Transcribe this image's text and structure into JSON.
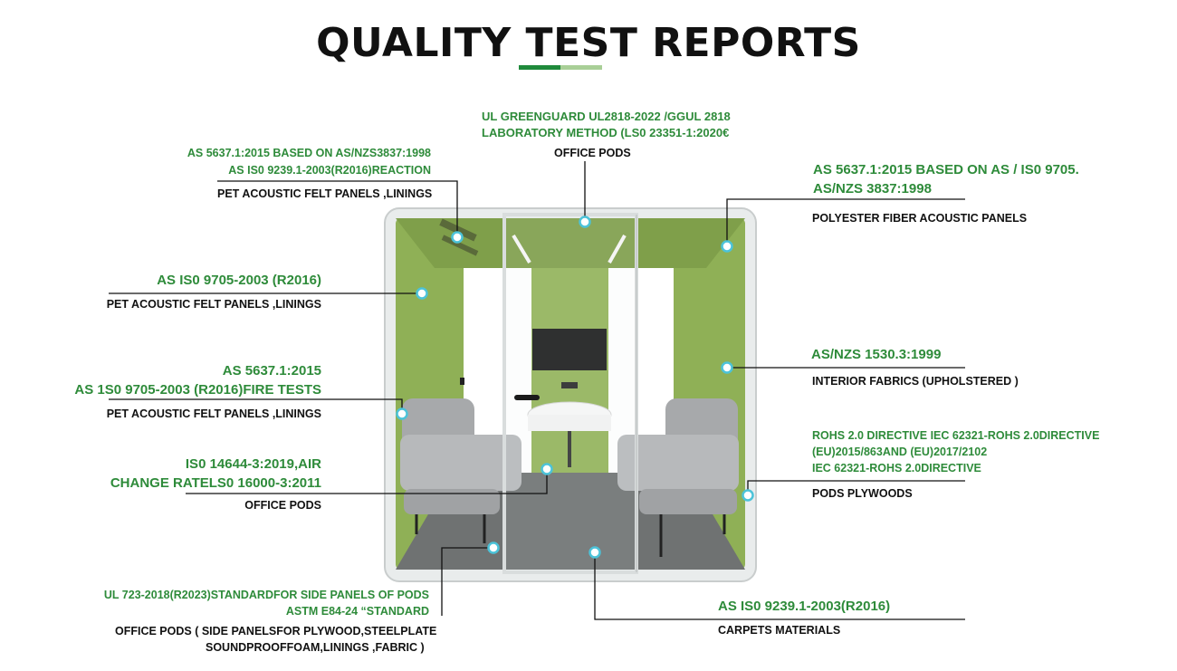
{
  "title": "QUALITY TEST REPORTS",
  "colors": {
    "accent_green": "#2e8b3a",
    "underline_dark": "#1f8a3b",
    "underline_light": "#a9cf97",
    "pod_green": "#8fb056",
    "marker": "#4cc3d9"
  },
  "callouts": {
    "top": {
      "green": [
        "UL  GREENGUARD  UL2818-2022   /GGUL 2818",
        "LABORATORY METHOD (LS0 23351-1:2020€"
      ],
      "label": "OFFICE PODS"
    },
    "left1": {
      "green": [
        "AS 5637.1:2015 BASED ON AS/NZS3837:1998",
        "AS IS0 9239.1-2003(R2016)REACTION"
      ],
      "label": "PET ACOUSTIC FELT PANELS ,LININGS"
    },
    "left2": {
      "green": [
        "AS IS0 9705-2003 (R2016)"
      ],
      "label": "PET ACOUSTIC FELT PANELS ,LININGS"
    },
    "left3": {
      "green": [
        "AS 5637.1:2015",
        "AS 1S0 9705-2003 (R2016)FIRE TESTS"
      ],
      "label": "PET ACOUSTIC FELT PANELS ,LININGS"
    },
    "left4": {
      "green": [
        "IS0 14644-3:2019,AIR",
        "CHANGE RATELS0 16000-3:2011"
      ],
      "label": "OFFICE PODS"
    },
    "left5": {
      "green": [
        "UL 723-2018(R2023)STANDARDFOR SIDE PANELS OF PODS",
        "ASTM E84-24  “STANDARD"
      ],
      "label": [
        "OFFICE PODS ( SIDE PANELSFOR PLYWOOD,STEELPLATE",
        "SOUNDPROOFFOAM,LININGS ,FABRIC )"
      ]
    },
    "right1": {
      "green": [
        "AS 5637.1:2015 BASED ON AS / IS0 9705.",
        "AS/NZS 3837:1998"
      ],
      "label": "POLYESTER FIBER ACOUSTIC PANELS"
    },
    "right2": {
      "green": [
        "AS/NZS 1530.3:1999"
      ],
      "label": "INTERIOR  FABRICS (UPHOLSTERED )"
    },
    "right3": {
      "green": [
        "ROHS 2.0 DIRECTIVE    IEC 62321-ROHS 2.0DIRECTIVE",
        "(EU)2015/863AND (EU)2017/2102",
        "IEC 62321-ROHS 2.0DIRECTIVE"
      ],
      "label": "PODS PLYWOODS"
    },
    "right4": {
      "green": [
        "AS IS0 9239.1-2003(R2016)"
      ],
      "label": "CARPETS MATERIALS"
    }
  }
}
